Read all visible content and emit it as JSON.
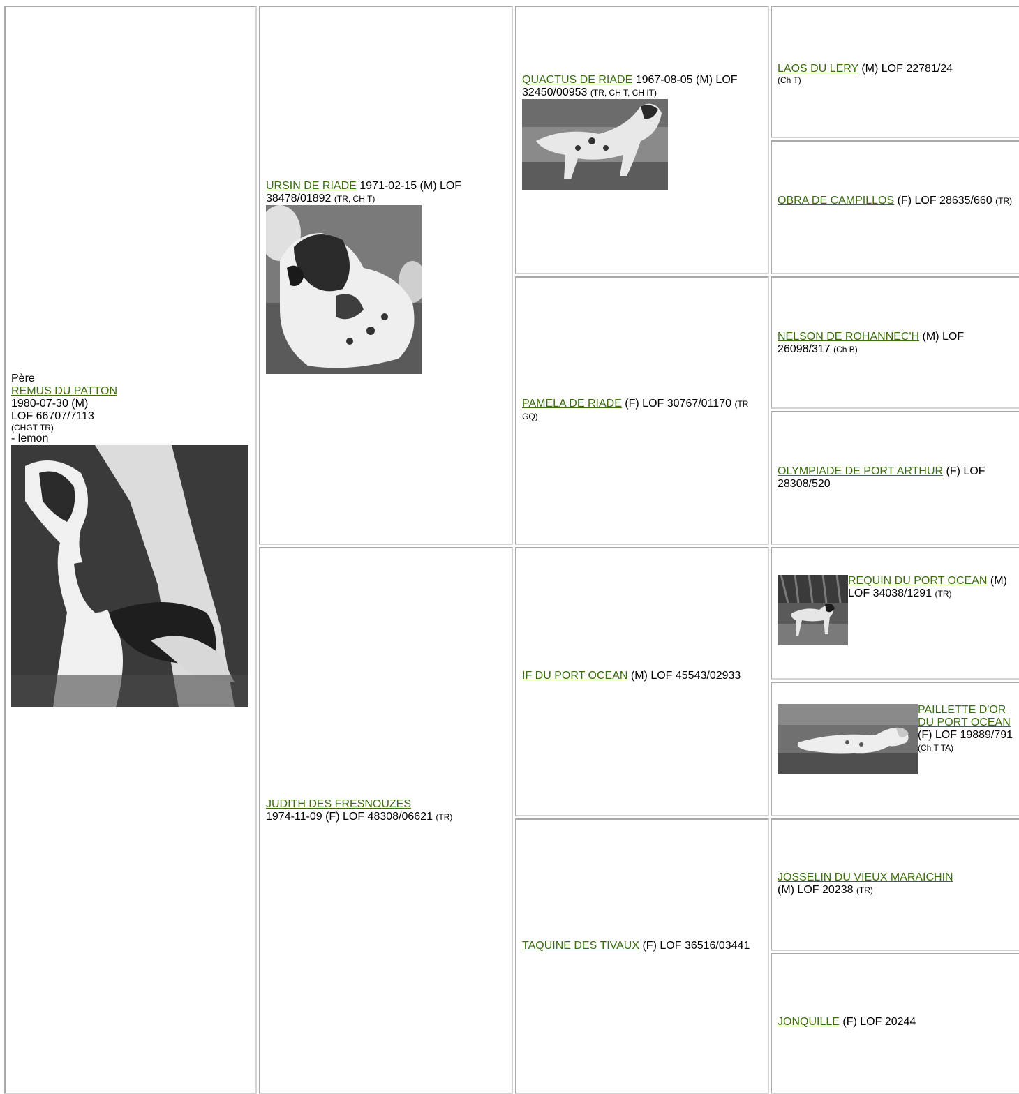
{
  "pere": {
    "label": "Père",
    "name": "REMUS DU PATTON",
    "date": "1980-07-30",
    "sex": "(M)",
    "lof": "LOF 66707/7113",
    "titles": "(CHGT TR)",
    "color": "- lemon"
  },
  "gen2": [
    {
      "name": "URSIN DE RIADE",
      "details": " 1971-02-15 (M) LOF 38478/01892 ",
      "titles": "(TR, CH T)"
    },
    {
      "name": "JUDITH DES FRESNOUZES",
      "details": "1974-11-09 (F) LOF 48308/06621 ",
      "titles": "(TR)"
    }
  ],
  "gen3": [
    {
      "name": "QUACTUS DE RIADE",
      "details": " 1967-08-05 (M) LOF 32450/00953 ",
      "titles": "(TR, CH T, CH IT)"
    },
    {
      "name": "PAMELA DE RIADE",
      "details": " (F) LOF 30767/01170 ",
      "titles": "(TR GQ)"
    },
    {
      "name": "IF DU PORT OCEAN",
      "details": " (M) LOF 45543/02933",
      "titles": ""
    },
    {
      "name": "TAQUINE DES TIVAUX",
      "details": " (F) LOF 36516/03441",
      "titles": ""
    }
  ],
  "gen4": [
    {
      "name": "LAOS DU LERY",
      "details": " (M) LOF 22781/24",
      "titles": "(Ch T)"
    },
    {
      "name": "OBRA DE CAMPILLOS",
      "details": " (F) LOF 28635/660 ",
      "titles": "(TR)"
    },
    {
      "name": "NELSON DE ROHANNEC'H",
      "details": " (M) LOF 26098/317 ",
      "titles": "(Ch B)"
    },
    {
      "name": "OLYMPIADE DE PORT ARTHUR",
      "details": " (F) LOF 28308/520",
      "titles": ""
    },
    {
      "name": "REQUIN DU PORT OCEAN",
      "details": " (M) LOF 34038/1291 ",
      "titles": "(TR)"
    },
    {
      "name": "PAILLETTE D'OR DU PORT OCEAN",
      "details": " (F) LOF 19889/791 ",
      "titles": "(Ch T TA)"
    },
    {
      "name": "JOSSELIN DU VIEUX MARAICHIN",
      "details": " (M) LOF 20238 ",
      "titles": "(TR)"
    },
    {
      "name": "JONQUILLE",
      "details": " (F) LOF 20244",
      "titles": ""
    }
  ],
  "colors": {
    "link": "#3b6e0e",
    "border_dark": "#a8a8a8",
    "border_light": "#d4d4d4"
  }
}
